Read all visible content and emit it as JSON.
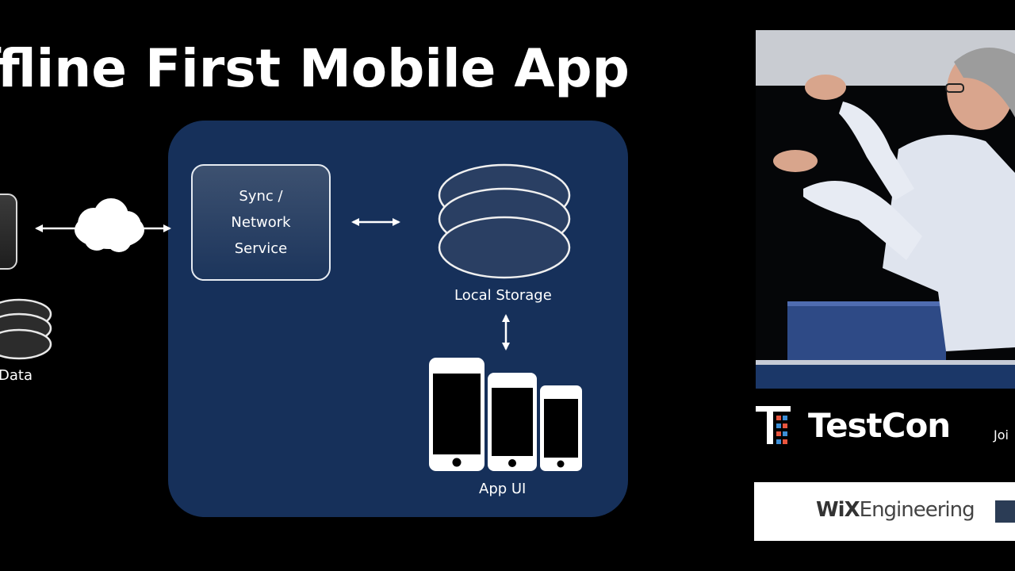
{
  "slide": {
    "title": "ffline First Mobile App"
  },
  "diagram": {
    "sync_service": {
      "line1": "Sync /",
      "line2": "Network",
      "line3": "Service"
    },
    "local_storage_label": "Local Storage",
    "app_ui_label": "App UI",
    "remote_data_label": "Data"
  },
  "branding": {
    "testcon_text": "TestCon",
    "join_text": "Joi",
    "sponsor_prefix": "WiX",
    "sponsor_suffix": "Engineering"
  },
  "colors": {
    "background": "#000000",
    "panel": "#16305a",
    "text": "#ffffff",
    "testcon_red": "#e8553e",
    "testcon_blue": "#3d8fd6"
  }
}
